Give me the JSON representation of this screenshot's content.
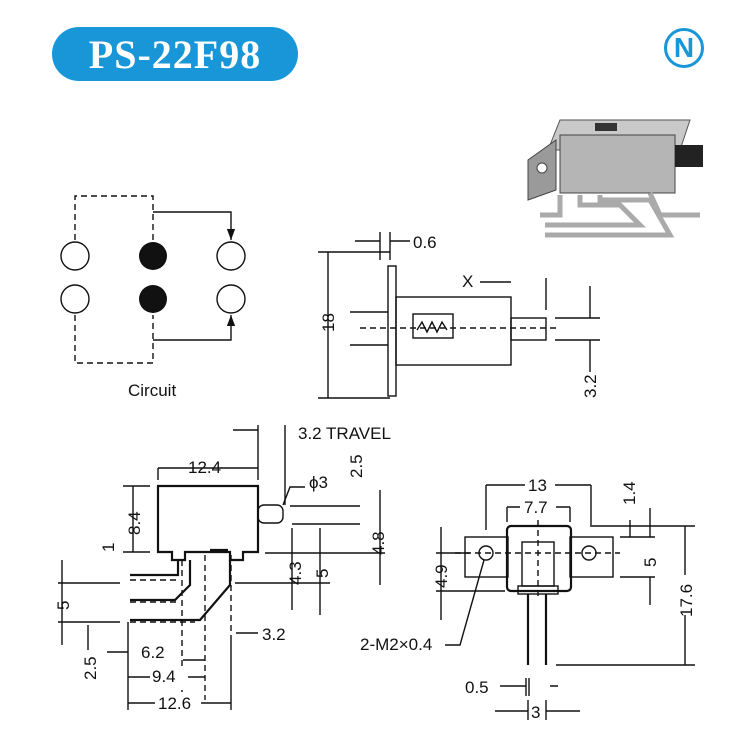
{
  "header": {
    "model": "PS-22F98",
    "logo_letter": "N"
  },
  "colors": {
    "brand": "#1896d8"
  },
  "circuit": {
    "label": "Circuit"
  },
  "side_view": {
    "dims": [
      "0.6",
      "18",
      "X",
      "3.2"
    ]
  },
  "front_view": {
    "dims": [
      "3.2 TRAVEL",
      "12.4",
      "2.5",
      "ϕ3",
      "8.4",
      "1",
      "4.8",
      "4.3",
      "5",
      "5",
      "3.2",
      "2.5",
      "6.2",
      "9.4",
      "12.6"
    ]
  },
  "bottom_view": {
    "dims": [
      "13",
      "7.7",
      "1.4",
      "4.9",
      "5",
      "17.6",
      "2-M2×0.4",
      "0.5",
      "3"
    ]
  }
}
